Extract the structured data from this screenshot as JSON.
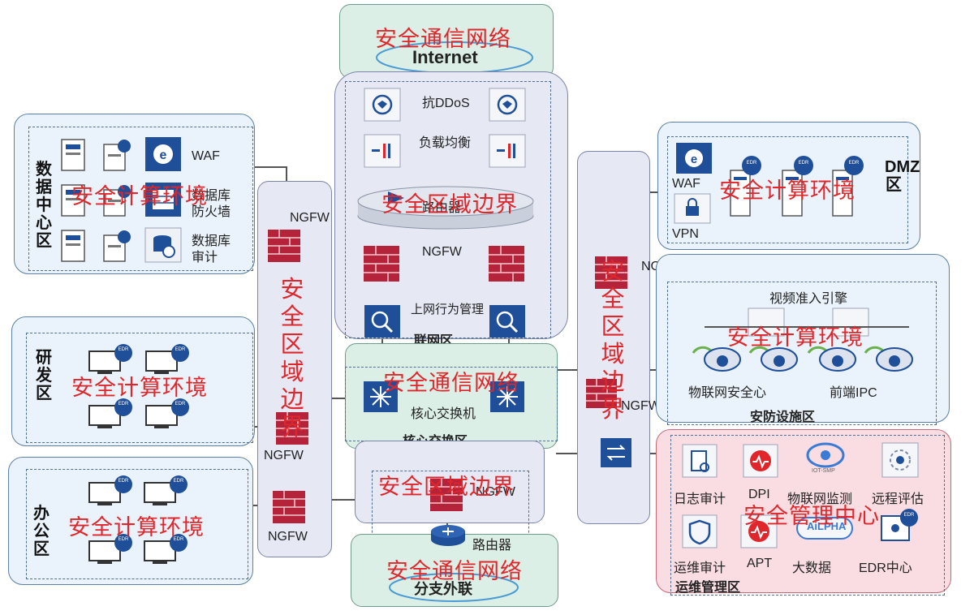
{
  "internet_zone": {
    "overlay": "安全通信网络",
    "cloud_label": "Internet"
  },
  "internet_area": {
    "devices": [
      "抗DDoS",
      "负载均衡",
      "路由器",
      "NGFW",
      "上网行为管理"
    ],
    "overlay": "安全区域边界",
    "zone_label": "联网区"
  },
  "core_zone": {
    "overlay": "安全通信网络",
    "device_label": "核心交换机",
    "zone_label": "核心交换区"
  },
  "branch_boundary": {
    "overlay": "安全区域边界",
    "fw_label": "NGFW",
    "router_label": "路由器"
  },
  "branch_zone": {
    "overlay": "安全通信网络",
    "cloud_label": "分支外联"
  },
  "left_boundary": {
    "overlay": "安全区域边界",
    "fw_top": "NGFW",
    "fw_mid": "NGFW",
    "fw_bottom": "NGFW"
  },
  "right_boundary": {
    "overlay": "安全区域边界",
    "fw_top": "NGFW",
    "fw_bottom": "NGFW"
  },
  "datacenter": {
    "zone_label": "数据中心区",
    "overlay": "安全计算环境",
    "items": [
      "WAF",
      "数据库\n防火墙",
      "数据库\n审计"
    ]
  },
  "rnd": {
    "zone_label": "研发区",
    "overlay": "安全计算环境"
  },
  "office": {
    "zone_label": "办公区",
    "overlay": "安全计算环境"
  },
  "dmz": {
    "zone_label": "DMZ区",
    "overlay": "安全计算环境",
    "items": [
      "WAF",
      "VPN"
    ]
  },
  "security_facility": {
    "zone_label": "安防设施区",
    "overlay": "安全计算环境",
    "engine_label": "视频准入引擎",
    "labels": [
      "物联网安全心",
      "前端IPC"
    ]
  },
  "ops_zone": {
    "zone_label": "运维管理区",
    "overlay": "安全管理中心",
    "items": [
      "日志审计",
      "DPI",
      "物联网监测",
      "远程评估",
      "运维审计",
      "APT",
      "大数据",
      "EDR中心"
    ],
    "iot_small": "IOT-SMP",
    "ailpha": "AiLPHA"
  },
  "colors": {
    "overlay_red": "#e0262b",
    "firewall_red": "#b5233a",
    "device_blue": "#1f4f99",
    "line": "#555555"
  }
}
